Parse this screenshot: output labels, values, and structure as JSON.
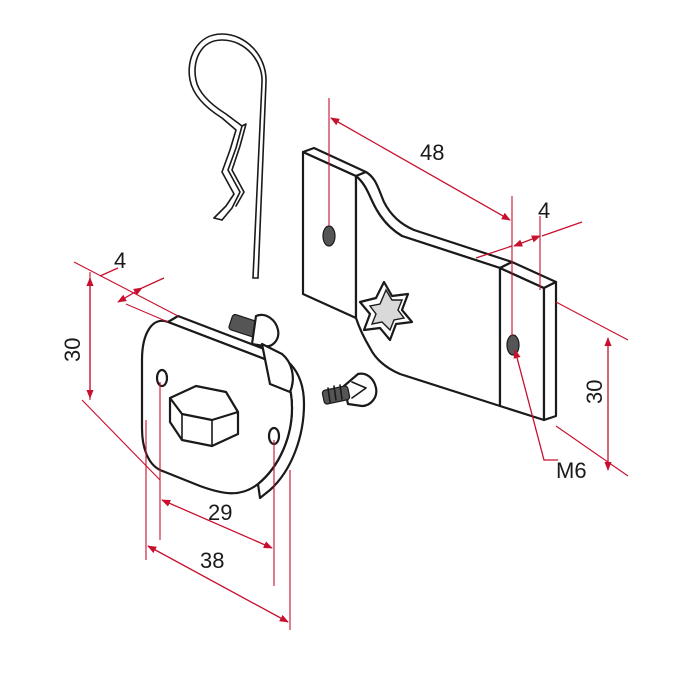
{
  "dimensions": {
    "plate_thickness": "4",
    "plate_height": "30",
    "plate_hole_spacing": "29",
    "plate_width": "38",
    "bracket_hole_spacing": "48",
    "bracket_thickness": "4",
    "bracket_height": "30",
    "thread_size": "M6"
  },
  "colors": {
    "dimension_lines": "#c8102e",
    "outline": "#1a1a1a",
    "background": "#ffffff"
  }
}
